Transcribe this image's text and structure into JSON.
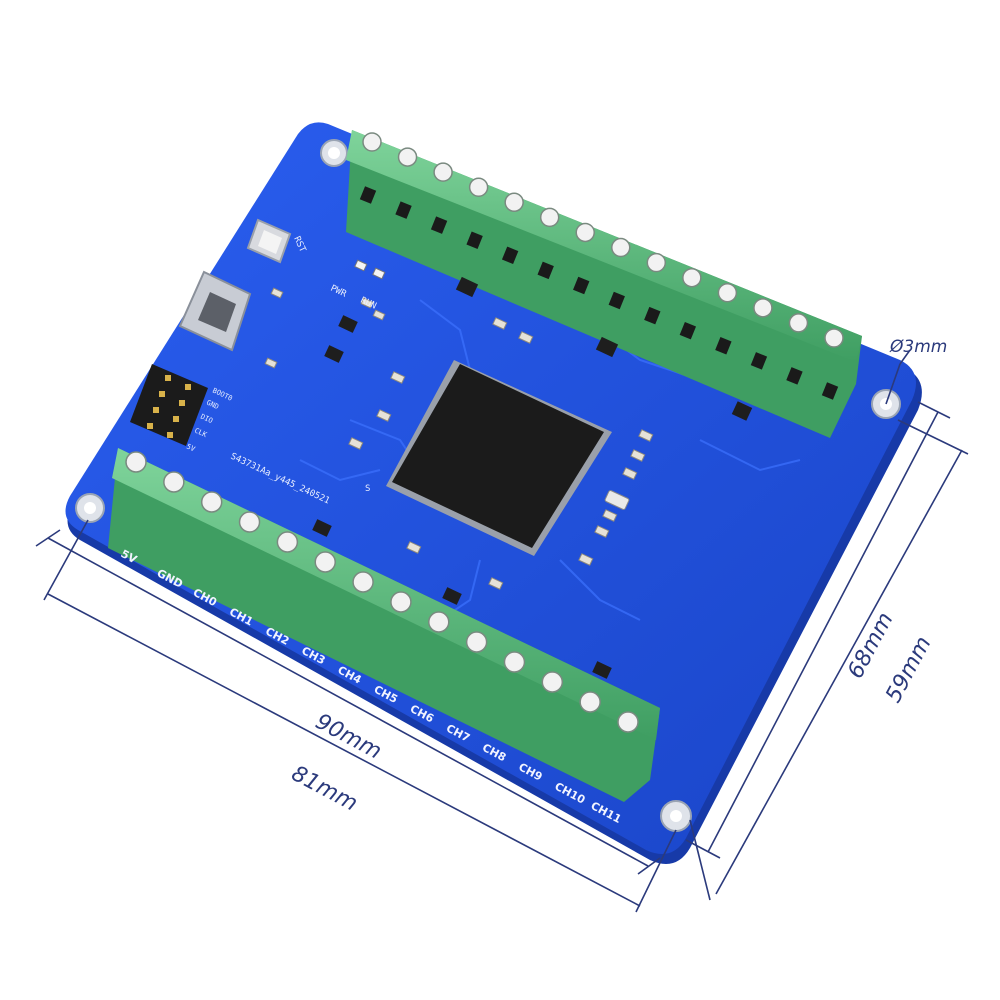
{
  "dimensions": {
    "hole": "Ø3mm",
    "width_outer": "90mm",
    "width_inner": "81mm",
    "height_outer": "68mm",
    "height_inner": "59mm"
  },
  "board": {
    "pcb_color": "#1f4fd8",
    "terminal_color": "#53b87a",
    "chip_color": "#1b1b1b",
    "silkscreen": {
      "part_number": "S43731Aa_y445_240521",
      "reset": "RST",
      "pwr": "PWR",
      "run": "RUN",
      "boot": "BOOT0",
      "header_labels": [
        "GND",
        "DIO",
        "CLK",
        "5V"
      ],
      "chip_mark": "S"
    },
    "terminal_labels": [
      "5V",
      "GND",
      "CH0",
      "CH1",
      "CH2",
      "CH3",
      "CH4",
      "CH5",
      "CH6",
      "CH7",
      "CH8",
      "CH9",
      "CH10",
      "CH11"
    ]
  }
}
